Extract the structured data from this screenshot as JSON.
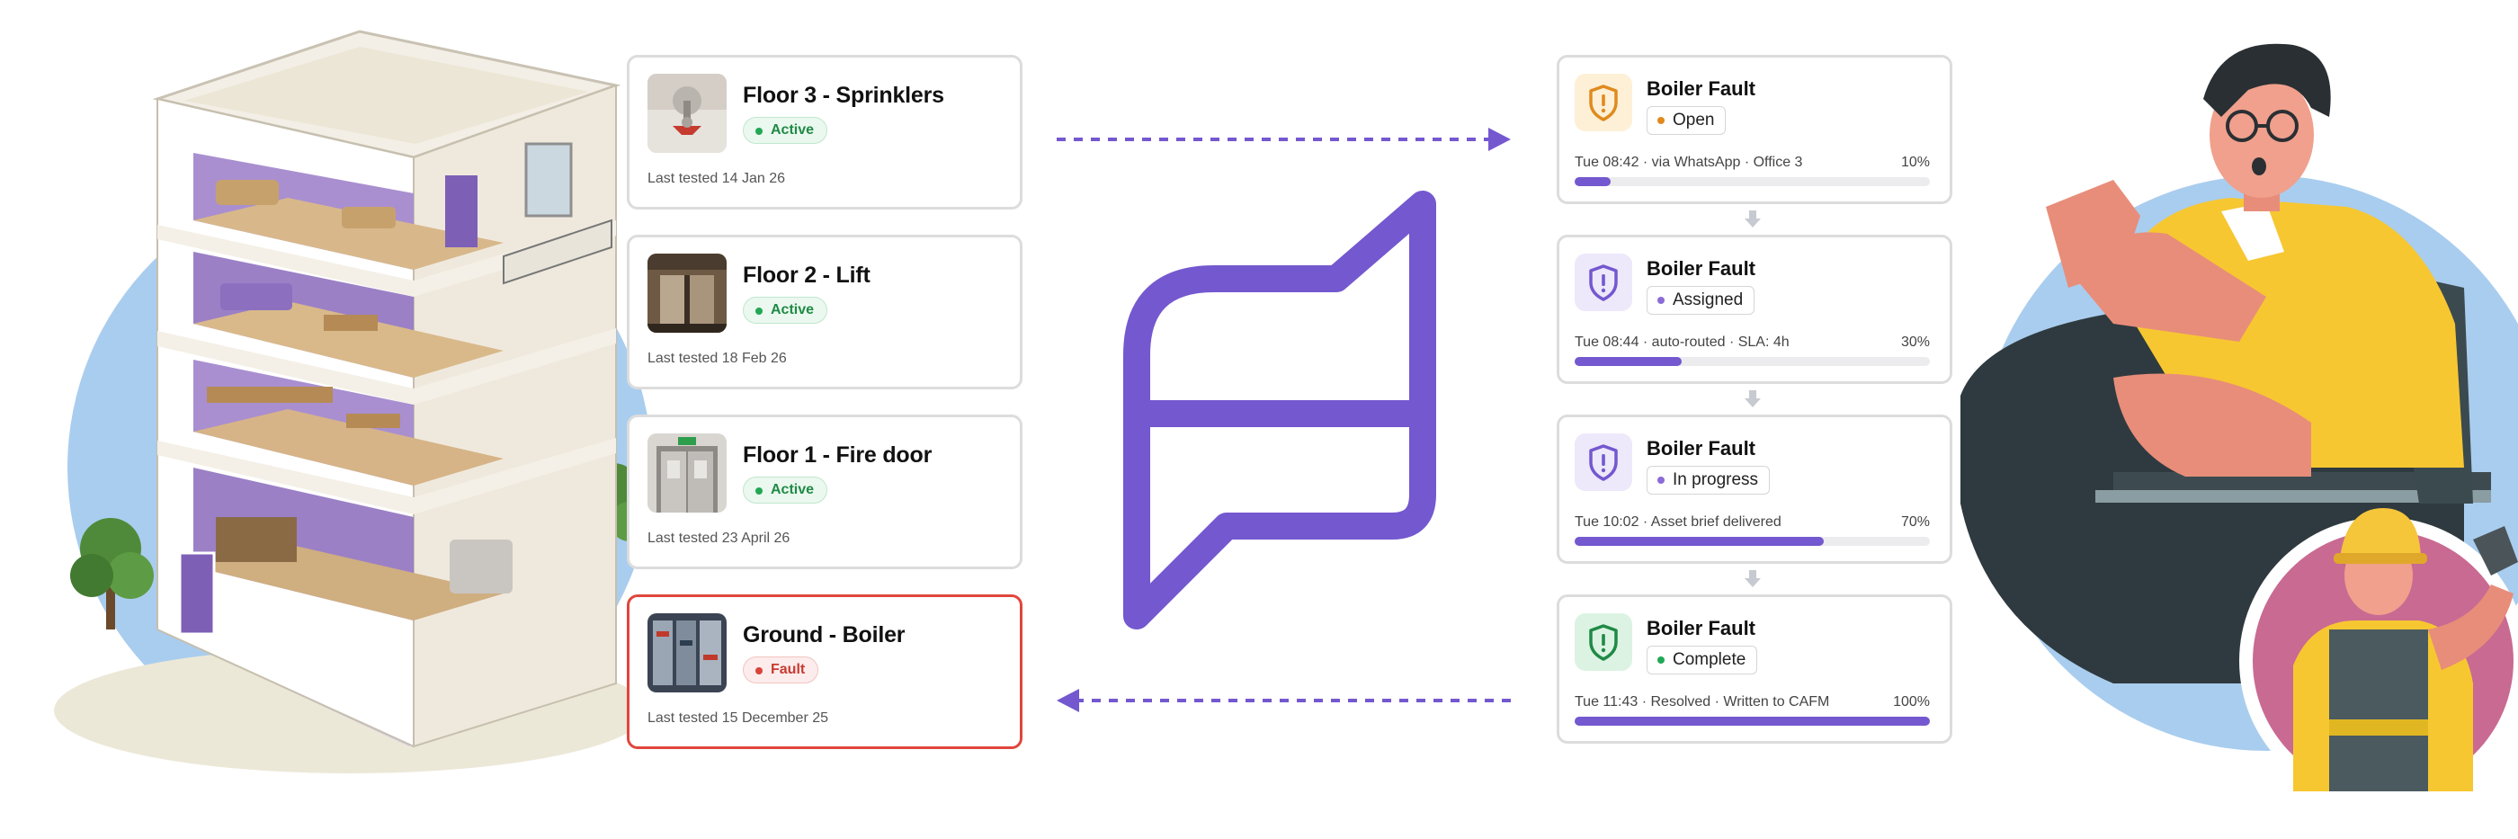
{
  "colors": {
    "brand_purple": "#7458cf",
    "active_green": "#22a855",
    "fault_red": "#e0463c",
    "open_amber": "#e08a1e"
  },
  "assets": [
    {
      "title": "Floor 3 - Sprinklers",
      "status": "Active",
      "tested": "Last tested 14 Jan 26",
      "icon": "sprinkler-photo"
    },
    {
      "title": "Floor 2 - Lift",
      "status": "Active",
      "tested": "Last tested 18 Feb 26",
      "icon": "lift-photo"
    },
    {
      "title": "Floor 1 - Fire door",
      "status": "Active",
      "tested": "Last tested 23 April 26",
      "icon": "fire-door-photo"
    },
    {
      "title": "Ground - Boiler",
      "status": "Fault",
      "tested": "Last tested 15 December 25",
      "icon": "boiler-photo"
    }
  ],
  "tickets": [
    {
      "title": "Boiler Fault",
      "status": "Open",
      "meta": "Tue 08:42 · via WhatsApp · Office 3",
      "progress_label": "10%",
      "progress": 10,
      "icon": "shield-alert-icon",
      "icon_color": "#e08a1e"
    },
    {
      "title": "Boiler Fault",
      "status": "Assigned",
      "meta": "Tue 08:44 · auto-routed · SLA: 4h",
      "progress_label": "30%",
      "progress": 30,
      "icon": "shield-alert-icon",
      "icon_color": "#7458cf"
    },
    {
      "title": "Boiler Fault",
      "status": "In progress",
      "meta": "Tue 10:02 · Asset brief delivered",
      "progress_label": "70%",
      "progress": 70,
      "icon": "shield-alert-icon",
      "icon_color": "#7458cf"
    },
    {
      "title": "Boiler Fault",
      "status": "Complete",
      "meta": "Tue 11:43 · Resolved · Written to CAFM",
      "progress_label": "100%",
      "progress": 100,
      "icon": "shield-alert-icon",
      "icon_color": "#22a855"
    }
  ]
}
